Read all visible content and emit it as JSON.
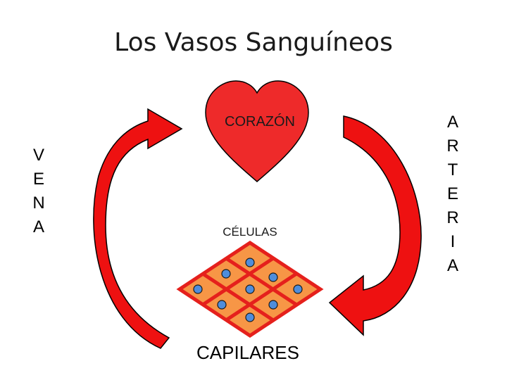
{
  "title": "Los Vasos Sanguíneos",
  "heart": {
    "label": "CORAZÓN",
    "color": "#ee2a2a"
  },
  "cells_label": "CÉLULAS",
  "capillaries_label": "CAPILARES",
  "vein_letters": [
    "V",
    "E",
    "N",
    "A"
  ],
  "artery_letters": [
    "A",
    "R",
    "T",
    "E",
    "R",
    "I",
    "A"
  ],
  "colors": {
    "arrow": "#ee1111",
    "capillary_fill": "#f79646",
    "capillary_border": "#e5201c",
    "cell": "#4f8ddb"
  }
}
